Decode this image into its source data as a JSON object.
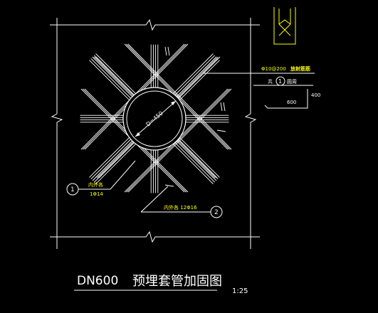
{
  "colors": {
    "background": "#000000",
    "linework": "#ffffff",
    "annotation": "#ffff00"
  },
  "pipe": {
    "diameter_label": "D=450"
  },
  "rebar_notes": {
    "top_right_spec": "Φ10@200",
    "top_right_desc": "放射筋筋",
    "top_right_sub_prefix": "共",
    "top_right_sub_num": "1",
    "top_right_sub_desc": "圆周",
    "dim_horizontal": "600",
    "dim_vertical": "400"
  },
  "callout_1": {
    "number": "1",
    "title": "内外各",
    "spec": "1Φ14"
  },
  "callout_2": {
    "number": "2",
    "text": "内外各  12Φ16"
  },
  "title_block": {
    "code": "DN600",
    "title": "预埋套管加固图",
    "scale": "1:25"
  }
}
